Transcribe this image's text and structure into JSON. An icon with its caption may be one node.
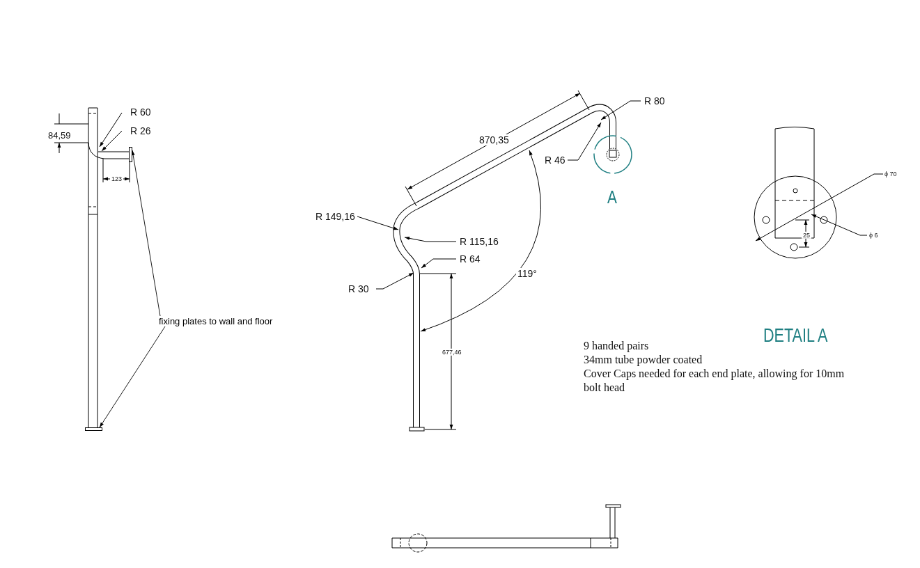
{
  "diagram": {
    "nodes": [
      {
        "text": [
          "fixing plates to wall and floor"
        ]
      },
      {
        "text": [],
        "shape": "picture"
      }
    ],
    "edges": [
      {
        "from": 0,
        "to": 1,
        "arrow": "to"
      },
      {
        "from": 0,
        "to": 1,
        "arrow": "to"
      }
    ],
    "labels": [
      "84,59",
      "R 60",
      "R 26",
      "123",
      "870,35",
      "R 80",
      "R 46",
      "A",
      "R 149,16",
      "R 115,16",
      "R 64",
      "R 30",
      "119°",
      "677,46",
      "ϕ 70",
      "25",
      "ϕ 6",
      "DETAIL A",
      "9 handed pairs",
      "34mm tube powder coated",
      "Cover Caps needed for each end plate, allowing for 10mm bolt head"
    ]
  }
}
